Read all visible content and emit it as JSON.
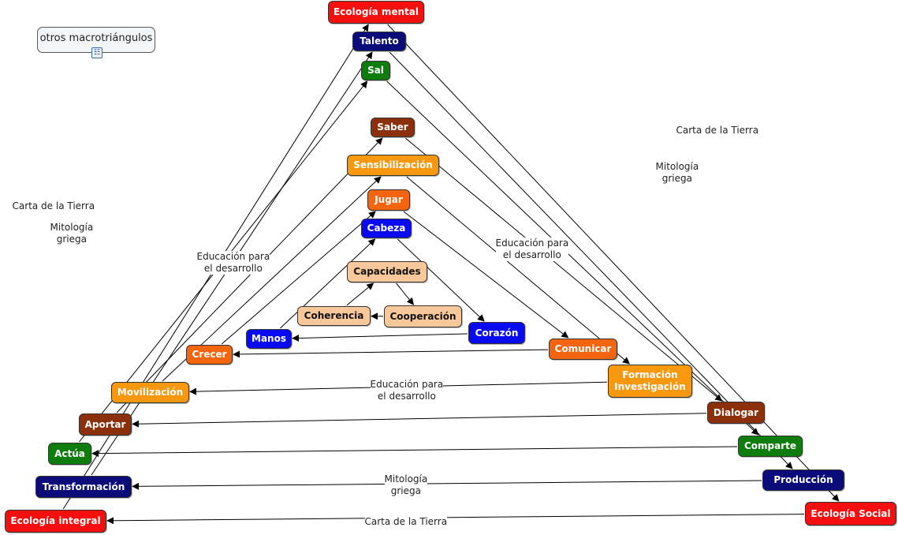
{
  "note": {
    "label": "otros macrotriángulos",
    "icon": "concept-map-icon"
  },
  "colors": {
    "red": "#f50f0f",
    "navy": "#0b0b7a",
    "green": "#0e7d0e",
    "brown": "#8b300a",
    "orange_light": "#f7980f",
    "orange": "#f5650d",
    "blue": "#0a0af0",
    "peach": "#f9c89a"
  },
  "nodes": [
    {
      "id": "ecologia-mental",
      "label": "Ecología mental",
      "color": "red"
    },
    {
      "id": "talento",
      "label": "Talento",
      "color": "navy"
    },
    {
      "id": "sal",
      "label": "Sal",
      "color": "green"
    },
    {
      "id": "saber",
      "label": "Saber",
      "color": "brown"
    },
    {
      "id": "sensibilizacion",
      "label": "Sensibilización",
      "color": "orange_light"
    },
    {
      "id": "jugar",
      "label": "Jugar",
      "color": "orange"
    },
    {
      "id": "cabeza",
      "label": "Cabeza",
      "color": "blue"
    },
    {
      "id": "capacidades",
      "label": "Capacidades",
      "color": "peach"
    },
    {
      "id": "coherencia",
      "label": "Coherencia",
      "color": "peach"
    },
    {
      "id": "cooperacion",
      "label": "Cooperación",
      "color": "peach"
    },
    {
      "id": "manos",
      "label": "Manos",
      "color": "blue"
    },
    {
      "id": "corazon",
      "label": "Corazón",
      "color": "blue"
    },
    {
      "id": "crecer",
      "label": "Crecer",
      "color": "orange"
    },
    {
      "id": "comunicar",
      "label": "Comunicar",
      "color": "orange"
    },
    {
      "id": "movilizacion",
      "label": "Movilización",
      "color": "orange_light"
    },
    {
      "id": "formacion",
      "label": "Formación\nInvestigación",
      "color": "orange_light"
    },
    {
      "id": "aportar",
      "label": "Aportar",
      "color": "brown"
    },
    {
      "id": "dialogar",
      "label": "Dialogar",
      "color": "brown"
    },
    {
      "id": "actua",
      "label": "Actúa",
      "color": "green"
    },
    {
      "id": "comparte",
      "label": "Comparte",
      "color": "green"
    },
    {
      "id": "transformacion",
      "label": "Transformación",
      "color": "navy"
    },
    {
      "id": "produccion",
      "label": "Producción",
      "color": "navy"
    },
    {
      "id": "ecologia-integral",
      "label": "Ecología integral",
      "color": "red"
    },
    {
      "id": "ecologia-social",
      "label": "Ecología Social",
      "color": "red"
    }
  ],
  "link_labels": {
    "carta": "Carta de la Tierra",
    "mitologia": "Mitología\ngriega",
    "educacion": "Educación para\nel desarrollo"
  },
  "edges": [
    {
      "from": "ecologia-mental",
      "to": "ecologia-social",
      "label": "carta"
    },
    {
      "from": "ecologia-social",
      "to": "ecologia-integral",
      "label": "carta"
    },
    {
      "from": "ecologia-integral",
      "to": "ecologia-mental",
      "label": "carta"
    },
    {
      "from": "talento",
      "to": "produccion",
      "label": "mitologia"
    },
    {
      "from": "produccion",
      "to": "transformacion",
      "label": "mitologia"
    },
    {
      "from": "transformacion",
      "to": "talento",
      "label": "mitologia"
    },
    {
      "from": "sal",
      "to": "comparte",
      "label": ""
    },
    {
      "from": "comparte",
      "to": "actua",
      "label": ""
    },
    {
      "from": "actua",
      "to": "sal",
      "label": ""
    },
    {
      "from": "saber",
      "to": "dialogar",
      "label": ""
    },
    {
      "from": "dialogar",
      "to": "aportar",
      "label": ""
    },
    {
      "from": "aportar",
      "to": "saber",
      "label": ""
    },
    {
      "from": "sensibilizacion",
      "to": "formacion",
      "label": "educacion"
    },
    {
      "from": "formacion",
      "to": "movilizacion",
      "label": "educacion"
    },
    {
      "from": "movilizacion",
      "to": "sensibilizacion",
      "label": "educacion"
    },
    {
      "from": "jugar",
      "to": "comunicar",
      "label": ""
    },
    {
      "from": "comunicar",
      "to": "crecer",
      "label": ""
    },
    {
      "from": "crecer",
      "to": "jugar",
      "label": ""
    },
    {
      "from": "cabeza",
      "to": "corazon",
      "label": ""
    },
    {
      "from": "corazon",
      "to": "manos",
      "label": ""
    },
    {
      "from": "manos",
      "to": "cabeza",
      "label": ""
    },
    {
      "from": "capacidades",
      "to": "cooperacion",
      "label": ""
    },
    {
      "from": "cooperacion",
      "to": "coherencia",
      "label": ""
    },
    {
      "from": "coherencia",
      "to": "capacidades",
      "label": ""
    }
  ]
}
